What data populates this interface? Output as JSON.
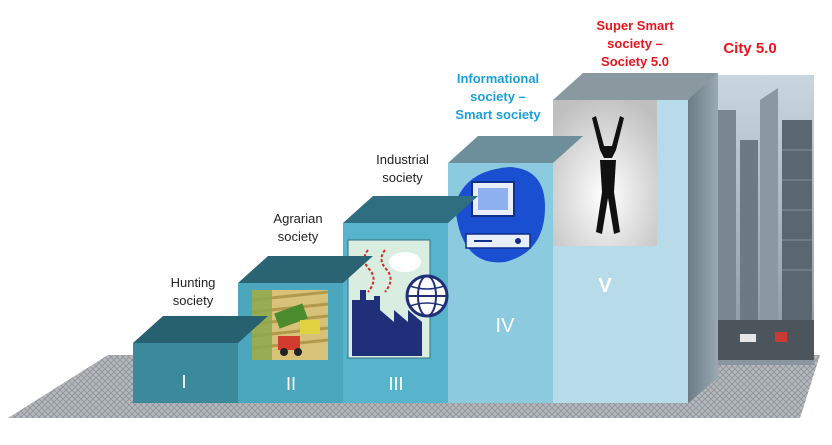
{
  "stages": [
    {
      "numeral": "I",
      "label": "Hunting\nsociety",
      "style": "normal"
    },
    {
      "numeral": "II",
      "label": "Agrarian\nsociety",
      "style": "normal"
    },
    {
      "numeral": "III",
      "label": "Industrial\nsociety",
      "style": "normal"
    },
    {
      "numeral": "IV",
      "label": "Informational\nsociety –\nSmart society",
      "style": "blue"
    },
    {
      "numeral": "V",
      "label": "Super Smart\nsociety –\nSociety 5.0",
      "style": "red"
    }
  ],
  "city_label": "City 5.0",
  "colors": {
    "label_blue": "#1aa0dc",
    "label_red": "#e8151b",
    "step1": "#3a8a9c",
    "step2": "#4aa7bd",
    "step3": "#58b4cc",
    "step4": "#8ccae0",
    "step5": "#b7dbe8"
  },
  "icons": [
    "farm-harvest-icon",
    "factory-icon",
    "globe-icon",
    "computer-icon",
    "triumphant-person-icon",
    "city-skyline-icon"
  ]
}
